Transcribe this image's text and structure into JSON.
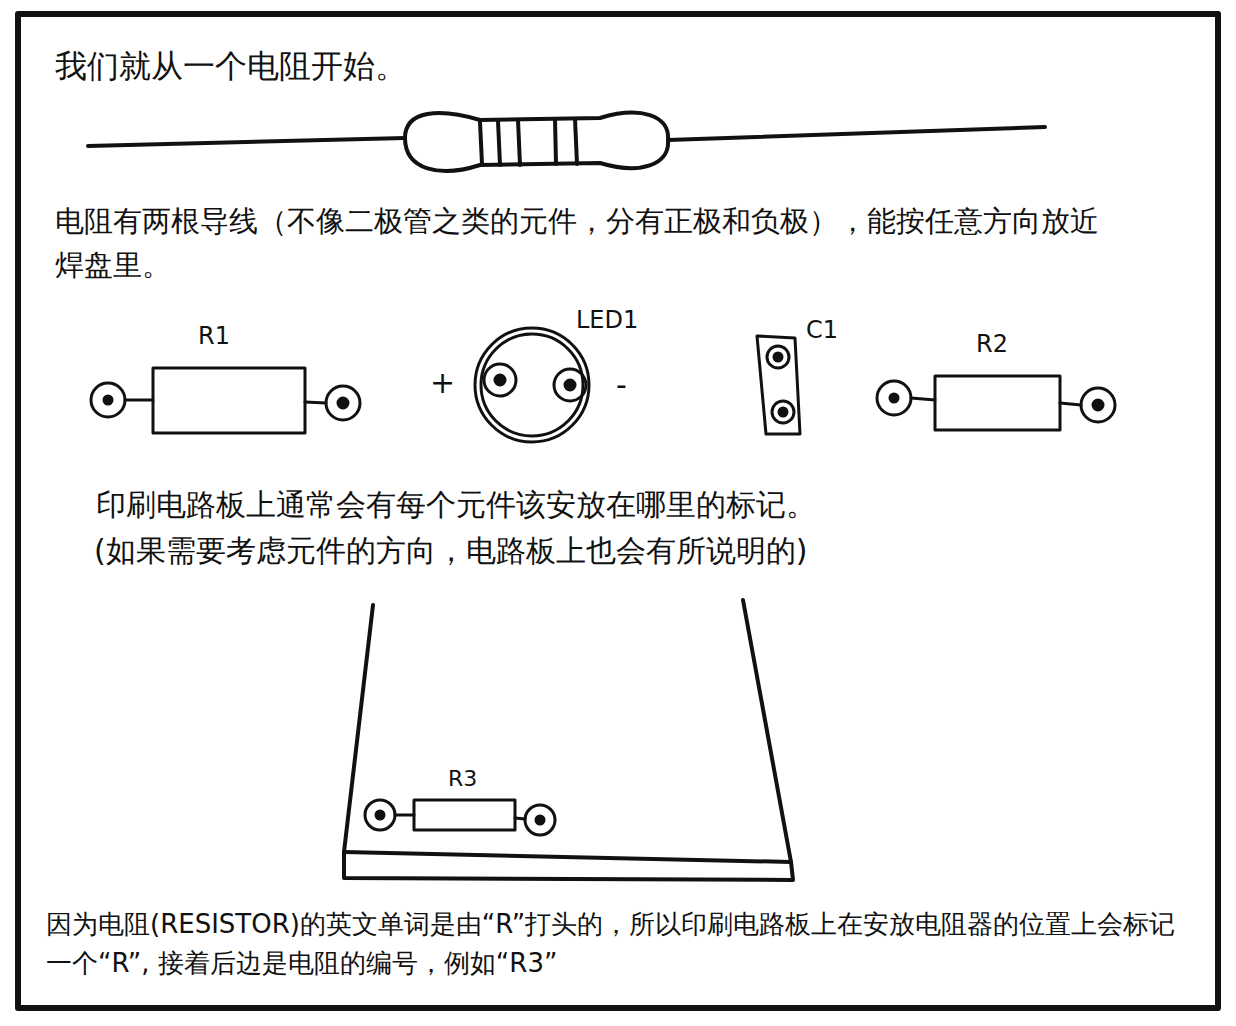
{
  "diagram": {
    "title": "我们就从一个电阻开始。",
    "labels": [
      "电阻有两根导线（不像二极管之类的元件，分有正极和负极），能按任意方向放近焊盘里。",
      "R1",
      "LED1",
      "+",
      "-",
      "C1",
      "R2",
      "印刷电路板上通常会有每个元件该安放在哪里的标记。",
      "(如果需要考虑元件的方向，电路板上也会有所说明的)",
      "R3",
      "因为电阻(RESISTOR)的英文单词是由“R”打头的，所以印刷电路板上在安放电阻器的位置上会标记一个“R”, 接着后边是电阻的编号，例如“R3”"
    ]
  }
}
